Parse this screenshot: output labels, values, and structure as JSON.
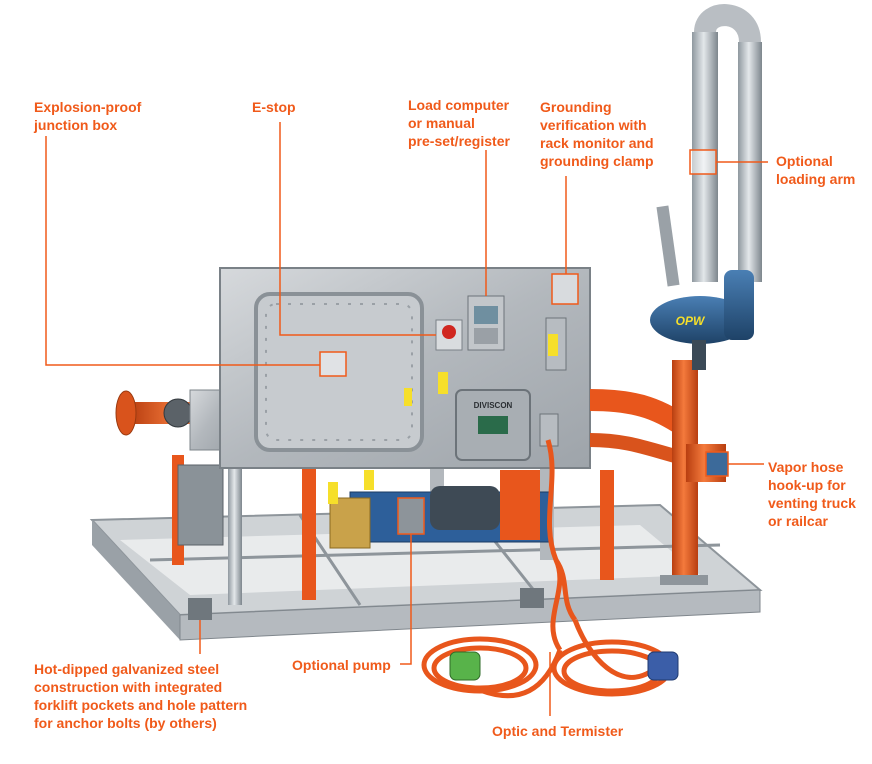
{
  "colors": {
    "accent": "#f05a1a",
    "steel": "#b9bec3",
    "pipe": "#e8561c",
    "blue": "#2f5f8f"
  },
  "callouts": {
    "junction_box": "Explosion-proof\njunction box",
    "estop": "E-stop",
    "load_computer": "Load computer\nor manual\npre-set/register",
    "grounding": "Grounding\nverification with\nrack monitor and\ngrounding clamp",
    "loading_arm": "Optional\nloading arm",
    "vapor_hose": "Vapor hose\nhook-up for\nventing truck\nor railcar",
    "steel_construction": "Hot-dipped galvanized steel\nconstruction with integrated\nforklift pockets and hole pattern\nfor anchor bolts (by others)",
    "pump": "Optional pump",
    "optic": "Optic and Termister"
  },
  "equipment_text": {
    "arm_logo": "OPW",
    "controller_brand": "DIVISCON"
  }
}
